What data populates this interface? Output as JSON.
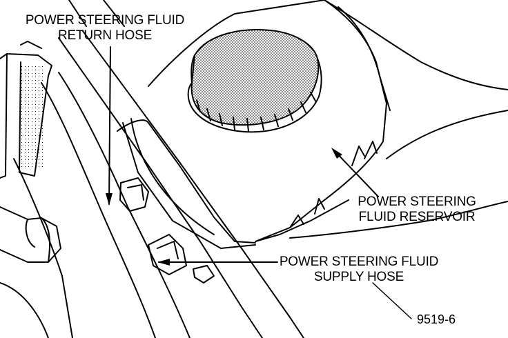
{
  "callouts": {
    "return_hose": {
      "line1": "POWER STEERING FLUID",
      "line2": "RETURN HOSE"
    },
    "reservoir": {
      "line1": "POWER STEERING",
      "line2": "FLUID RESERVOIR"
    },
    "supply_hose": {
      "line1": "POWER STEERING FLUID",
      "line2": "SUPPLY HOSE"
    }
  },
  "figure_number": "9519-6",
  "colors": {
    "ink": "#000000",
    "paper": "#ffffff"
  }
}
